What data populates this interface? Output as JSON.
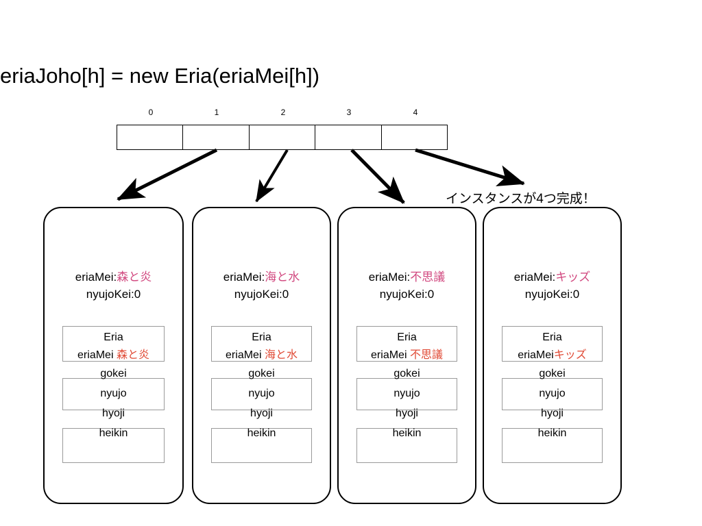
{
  "slide": {
    "title": "eriaJoho[h] = new Eria(eriaMei[h])",
    "note": "インスタンスが4つ完成！"
  },
  "array": {
    "name": "eriaJoho",
    "indices": [
      "0",
      "1",
      "2",
      "3",
      "4"
    ],
    "cells": [
      "",
      "",
      "",
      "",
      ""
    ]
  },
  "colors": {
    "value_pink": "#d1487f",
    "inner_value_red": "#e04a35",
    "card_border": "#000000",
    "inner_box_border": "#9a9a9a",
    "background": "#ffffff"
  },
  "labels": {
    "field_mei": "eriaMei:",
    "field_nyujo": "nyujoKei:0",
    "class_name": "Eria",
    "inner_field_mei": "eriaMei",
    "method_gokei": "gokei",
    "method_nyujo": "nyujo",
    "method_hyoji": "hyoji",
    "method_heikin": "heikin"
  },
  "instances": [
    {
      "eriaMei": "森と炎",
      "nyujoKei": "nyujoKei:0",
      "inner_mei_line": "eriaMei 森と炎",
      "inner_mei_label": "eriaMei ",
      "inner_mei_value": "森と炎"
    },
    {
      "eriaMei": "海と水",
      "nyujoKei": "nyujoKei:0",
      "inner_mei_line": "eriaMei 海と水",
      "inner_mei_label": "eriaMei ",
      "inner_mei_value": "海と水"
    },
    {
      "eriaMei": "不思議",
      "nyujoKei": "nyujoKei:0",
      "inner_mei_line": "eriaMei 不思議",
      "inner_mei_label": "eriaMei ",
      "inner_mei_value": "不思議"
    },
    {
      "eriaMei": "キッズ",
      "nyujoKei": "nyujoKei:0",
      "inner_mei_line": "eriaMeiキッズ",
      "inner_mei_label": "eriaMei",
      "inner_mei_value": "キッズ"
    }
  ]
}
